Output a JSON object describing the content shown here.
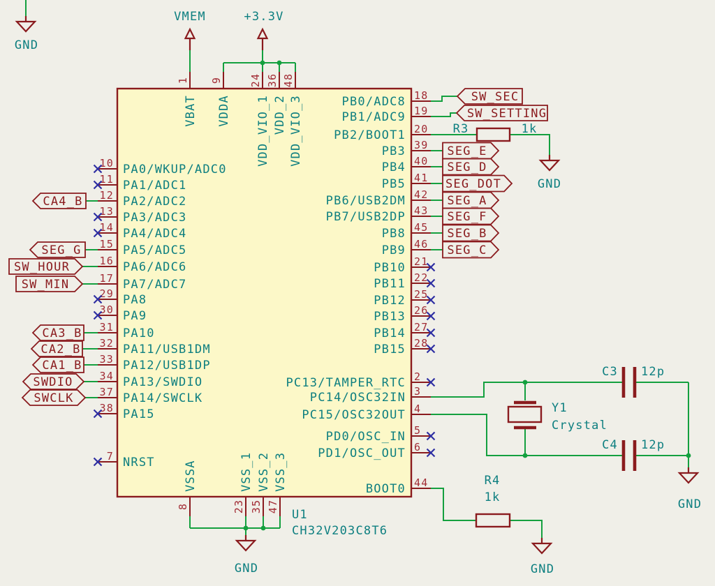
{
  "component": {
    "reference": "U1",
    "value": "CH32V203C8T6"
  },
  "pins": {
    "left": [
      {
        "number": "10",
        "name": "PA0/WKUP/ADC0"
      },
      {
        "number": "11",
        "name": "PA1/ADC1"
      },
      {
        "number": "12",
        "name": "PA2/ADC2"
      },
      {
        "number": "13",
        "name": "PA3/ADC3"
      },
      {
        "number": "14",
        "name": "PA4/ADC4"
      },
      {
        "number": "15",
        "name": "PA5/ADC5"
      },
      {
        "number": "16",
        "name": "PA6/ADC6"
      },
      {
        "number": "17",
        "name": "PA7/ADC7"
      },
      {
        "number": "29",
        "name": "PA8"
      },
      {
        "number": "30",
        "name": "PA9"
      },
      {
        "number": "31",
        "name": "PA10"
      },
      {
        "number": "32",
        "name": "PA11/USB1DM"
      },
      {
        "number": "33",
        "name": "PA12/USB1DP"
      },
      {
        "number": "34",
        "name": "PA13/SWDIO"
      },
      {
        "number": "37",
        "name": "PA14/SWCLK"
      },
      {
        "number": "38",
        "name": "PA15"
      },
      {
        "number": "7",
        "name": "NRST"
      }
    ],
    "right": [
      {
        "number": "18",
        "name": "PB0/ADC8"
      },
      {
        "number": "19",
        "name": "PB1/ADC9"
      },
      {
        "number": "20",
        "name": "PB2/BOOT1"
      },
      {
        "number": "39",
        "name": "PB3"
      },
      {
        "number": "40",
        "name": "PB4"
      },
      {
        "number": "41",
        "name": "PB5"
      },
      {
        "number": "42",
        "name": "PB6/USB2DM"
      },
      {
        "number": "43",
        "name": "PB7/USB2DP"
      },
      {
        "number": "45",
        "name": "PB8"
      },
      {
        "number": "46",
        "name": "PB9"
      },
      {
        "number": "21",
        "name": "PB10"
      },
      {
        "number": "22",
        "name": "PB11"
      },
      {
        "number": "25",
        "name": "PB12"
      },
      {
        "number": "26",
        "name": "PB13"
      },
      {
        "number": "27",
        "name": "PB14"
      },
      {
        "number": "28",
        "name": "PB15"
      },
      {
        "number": "2",
        "name": "PC13/TAMPER_RTC"
      },
      {
        "number": "3",
        "name": "PC14/OSC32IN"
      },
      {
        "number": "4",
        "name": "PC15/OSC32OUT"
      },
      {
        "number": "5",
        "name": "PD0/OSC_IN"
      },
      {
        "number": "6",
        "name": "PD1/OSC_OUT"
      },
      {
        "number": "44",
        "name": "BOOT0"
      }
    ],
    "top": [
      {
        "number": "1",
        "name": "VBAT"
      },
      {
        "number": "9",
        "name": "VDDA"
      },
      {
        "number": "24",
        "name": "VDD_VIO_1"
      },
      {
        "number": "36",
        "name": "VDD_2"
      },
      {
        "number": "48",
        "name": "VDD_VIO_3"
      }
    ],
    "bottom": [
      {
        "number": "8",
        "name": "VSSA"
      },
      {
        "number": "23",
        "name": "VSS_1"
      },
      {
        "number": "35",
        "name": "VSS_2"
      },
      {
        "number": "47",
        "name": "VSS_3"
      }
    ]
  },
  "net_labels": {
    "ca4_b": "CA4_B",
    "seg_g": "SEG_G",
    "sw_hour": "SW_HOUR",
    "sw_min": "SW_MIN",
    "ca3_b": "CA3_B",
    "ca2_b": "CA2_B",
    "ca1_b": "CA1_B",
    "swdio": "SWDIO",
    "swclk": "SWCLK",
    "sw_sec": "SW_SEC",
    "sw_setting": "SW_SETTING",
    "seg_e": "SEG_E",
    "seg_d": "SEG_D",
    "seg_dot": "SEG_DOT",
    "seg_a": "SEG_A",
    "seg_f": "SEG_F",
    "seg_b": "SEG_B",
    "seg_c": "SEG_C"
  },
  "power": {
    "vmem": "VMEM",
    "v3_3": "+3.3V",
    "gnd": "GND"
  },
  "parts": {
    "r3": {
      "ref": "R3",
      "value": "1k"
    },
    "r4": {
      "ref": "R4",
      "value": "1k"
    },
    "c3": {
      "ref": "C3",
      "value": "12p"
    },
    "c4": {
      "ref": "C4",
      "value": "12p"
    },
    "y1": {
      "ref": "Y1",
      "value": "Crystal"
    }
  },
  "colors": {
    "background": "#F0EFE8",
    "symbol_outline": "#8A1B1E",
    "symbol_fill": "#FCF8C8",
    "wire": "#14A03F",
    "pin_name": "#0E7F80",
    "pin_number": "#A22C35",
    "no_connect": "#2E2EA2"
  }
}
